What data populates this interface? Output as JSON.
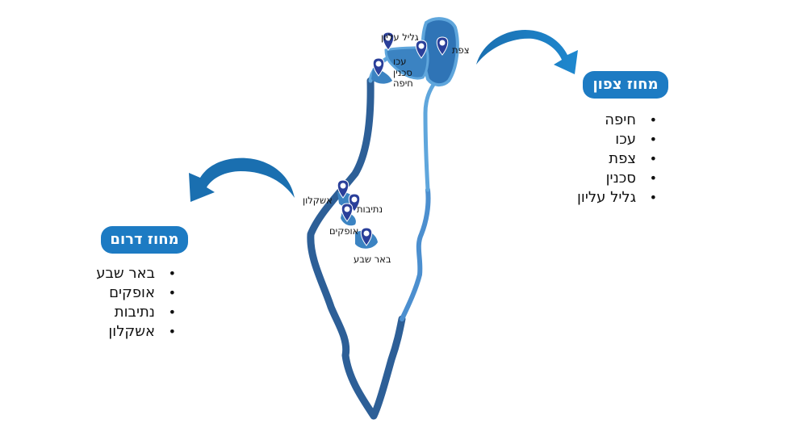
{
  "regions": {
    "north": {
      "title": "מחוז צפון",
      "cities": [
        "חיפה",
        "עכו",
        "צפת",
        "סכנין",
        "גליל עליון"
      ]
    },
    "south": {
      "title": "מחוז דרום",
      "cities": [
        "באר שבע",
        "אופקים",
        "נתיבות",
        "אשקלון"
      ]
    }
  },
  "map_labels": {
    "galil_elyon": "גליל עליון",
    "akko": "עכו",
    "sakhnin": "סכנין",
    "haifa": "חיפה",
    "safed": "צפת",
    "ashkelon": "אשקלון",
    "netivot": "נתיבות",
    "ofakim": "אופקים",
    "beer_sheva": "באר שבע"
  },
  "colors": {
    "outline_dark": "#2d5f97",
    "outline_light": "#5fa6dc",
    "region_fill": "#2f74b6",
    "pin": "#2a3f9a",
    "pill": "#1d7bc3",
    "arrow": "#1a6fb0"
  }
}
